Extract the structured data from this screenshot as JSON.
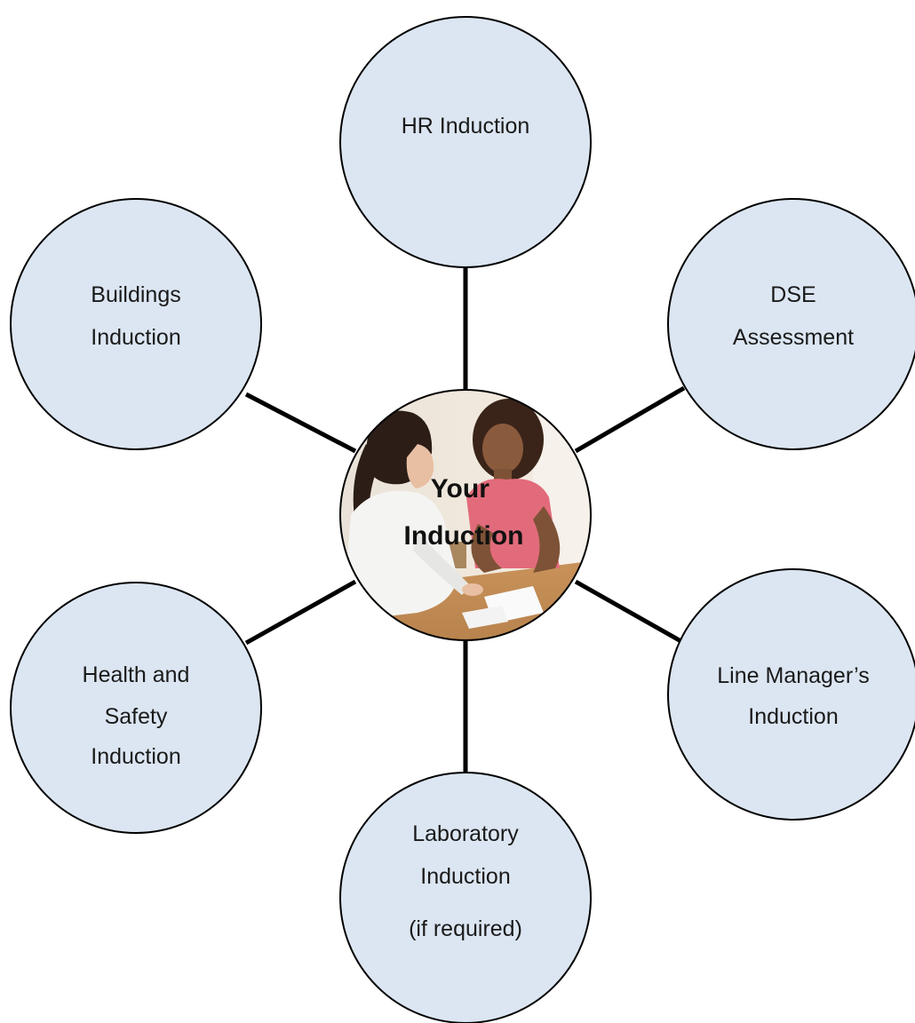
{
  "diagram": {
    "center": {
      "lines": [
        "Your",
        "Induction"
      ],
      "photo": "doctor-consulting-patient-photo"
    },
    "nodes": [
      {
        "id": "hr",
        "lines": [
          "HR Induction"
        ]
      },
      {
        "id": "dse",
        "lines": [
          "DSE",
          "Assessment"
        ]
      },
      {
        "id": "line-manager",
        "lines": [
          "Line Manager’s",
          "Induction"
        ]
      },
      {
        "id": "laboratory",
        "lines": [
          "Laboratory",
          "Induction",
          "(if required)"
        ]
      },
      {
        "id": "health-safety",
        "lines": [
          "Health and",
          "Safety",
          "Induction"
        ]
      },
      {
        "id": "buildings",
        "lines": [
          "Buildings",
          "Induction"
        ]
      }
    ],
    "colors": {
      "node_fill": "#dce6f2",
      "node_stroke": "#000000",
      "connector": "#000000"
    }
  }
}
